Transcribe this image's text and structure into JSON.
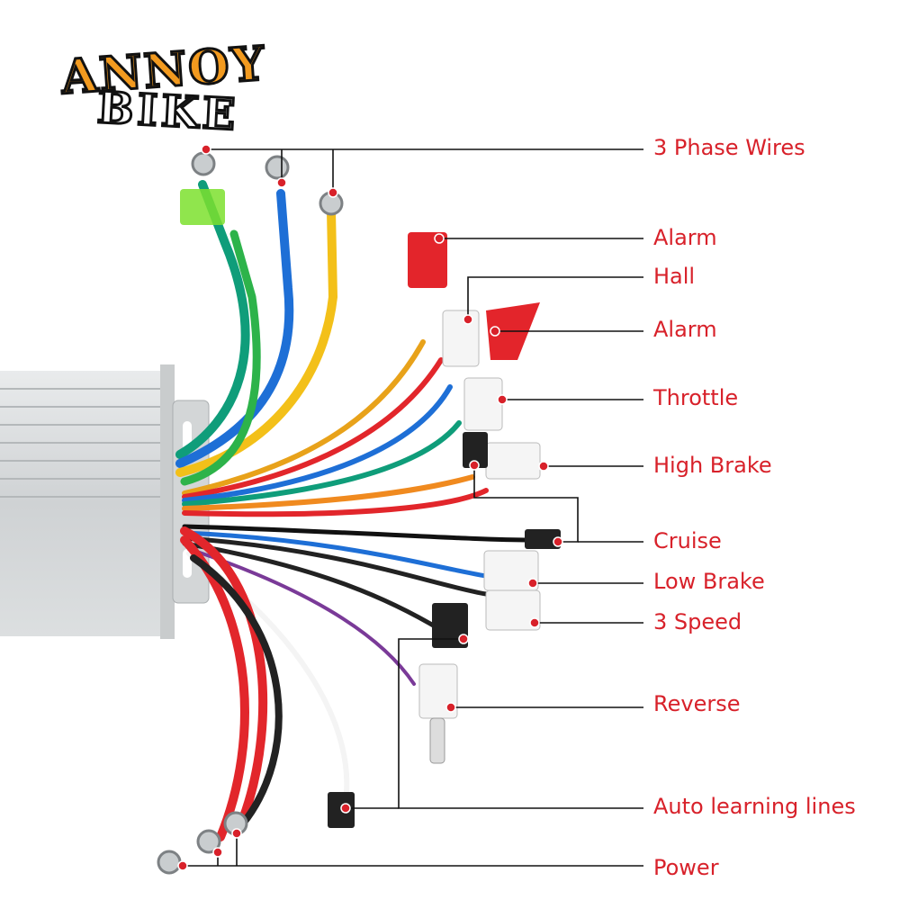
{
  "brand": {
    "line1": "ANNOY",
    "line2": "BIKE"
  },
  "colors": {
    "label": "#d8212a",
    "leader": "#111111",
    "dot": "#d8212a"
  },
  "labels": [
    {
      "id": "three-phase-wires",
      "text": "3 Phase Wires"
    },
    {
      "id": "alarm-1",
      "text": "Alarm"
    },
    {
      "id": "hall",
      "text": "Hall"
    },
    {
      "id": "alarm-2",
      "text": "Alarm"
    },
    {
      "id": "throttle",
      "text": "Throttle"
    },
    {
      "id": "high-brake",
      "text": "High Brake"
    },
    {
      "id": "cruise",
      "text": "Cruise"
    },
    {
      "id": "low-brake",
      "text": "Low Brake"
    },
    {
      "id": "three-speed",
      "text": "3 Speed"
    },
    {
      "id": "reverse",
      "text": "Reverse"
    },
    {
      "id": "auto-learning-lines",
      "text": "Auto learning lines"
    },
    {
      "id": "power",
      "text": "Power"
    }
  ]
}
